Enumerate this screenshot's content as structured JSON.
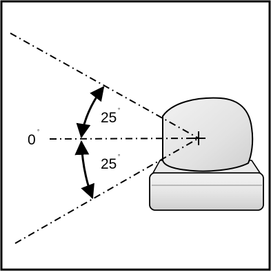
{
  "labels": {
    "zero_angle": "0",
    "upper_angle": "25",
    "lower_angle": "25",
    "degree_symbol": "°"
  },
  "geometry_semantics": {
    "upper_sector_angle_deg": 25,
    "lower_sector_angle_deg": 25,
    "reference_angle_deg": 0
  },
  "colors": {
    "ink": "#000000",
    "device_body_fill": "#e6e6e6",
    "device_base_fill": "#ececec",
    "device_shadow": "#c8c8c8"
  }
}
